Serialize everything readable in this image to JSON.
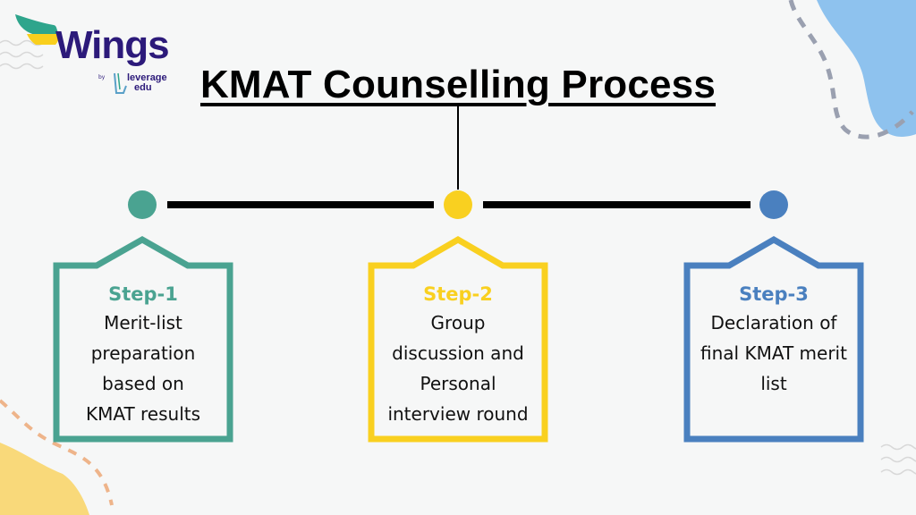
{
  "logo": {
    "brand": "Wings",
    "by": "by",
    "partner_line1": "leverage",
    "partner_line2": "edu",
    "brand_color": "#2c1a7a",
    "wing_colors": [
      "#2ea58c",
      "#f9cf1d"
    ]
  },
  "title": "KMAT Counselling Process",
  "steps": [
    {
      "label": "Step-1",
      "description_lines": [
        "Merit-list",
        "preparation",
        "based on",
        "KMAT results"
      ],
      "color": "#4aa391"
    },
    {
      "label": "Step-2",
      "description_lines": [
        "Group",
        "discussion and",
        "Personal",
        "interview round"
      ],
      "color": "#f9d020"
    },
    {
      "label": "Step-3",
      "description_lines": [
        "Declaration of",
        "final KMAT merit",
        "list"
      ],
      "color": "#4a80bf"
    }
  ],
  "decor": {
    "blob_blue": "#8ec2ee",
    "blob_yellow": "#f9d97a",
    "dash_gray": "#9aa0b0",
    "dash_peach": "#eeb48a"
  }
}
